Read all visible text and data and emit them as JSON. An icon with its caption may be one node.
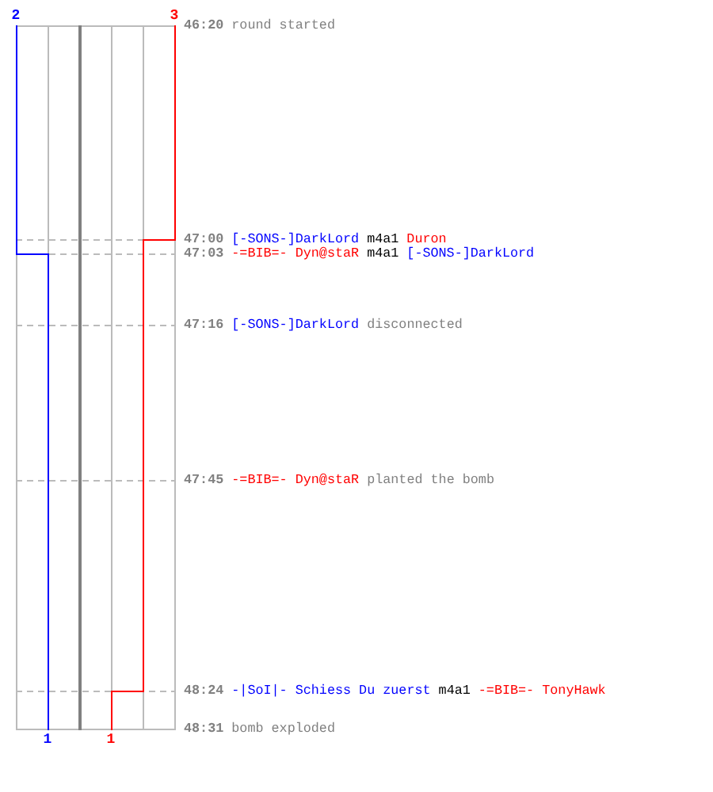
{
  "diagram": {
    "labels": [
      "2",
      "3",
      "46:20",
      "round started",
      "47:00",
      "[-SONS-]DarkLord",
      "m4a1",
      "Duron",
      "47:03",
      "-=BIB=- Dyn@staR",
      "m4a1",
      "[-SONS-]DarkLord",
      "47:16",
      "[-SONS-]DarkLord",
      "disconnected",
      "47:45",
      "-=BIB=- Dyn@staR",
      "planted the bomb",
      "48:24",
      "-|SoI|- Schiess Du zuerst",
      "m4a1",
      "-=BIB=- TonyHawk",
      "48:31",
      "bomb exploded",
      "1",
      "1"
    ]
  }
}
